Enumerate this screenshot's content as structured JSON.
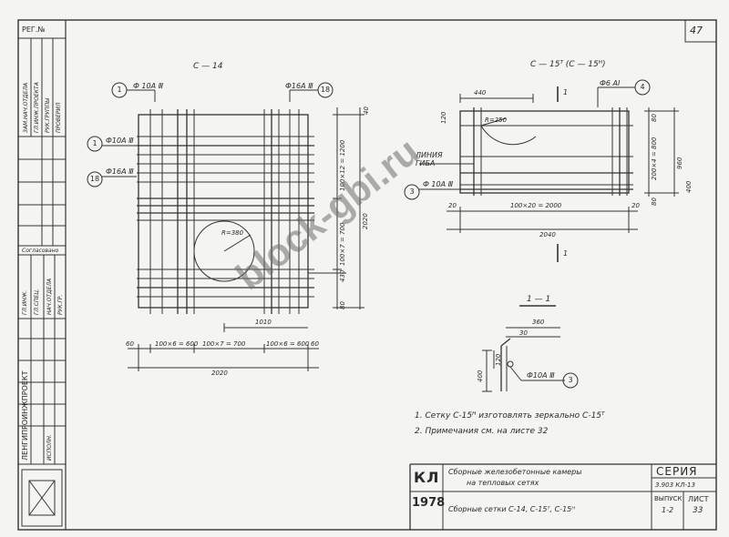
{
  "sheet": {
    "reg_no": "РЕГ.№",
    "page_number": "47",
    "watermark": "block-gbi.ru"
  },
  "side_panel": {
    "top_rows": [
      "ЗАМ.НАЧ.ОТДЕЛА",
      "ГЛ.ИНЖ.ПРОЕКТА",
      "РУК.ГРУППЫ",
      "ПРОВЕРИЛ"
    ],
    "agreed": "Согласовано",
    "mid_rows": [
      "ГЛ.ИНЖ.",
      "ГЛ.СПЕЦ.",
      "НАЧ.ОТДЕЛА",
      "РУК.ГР.",
      "ИСПОЛН."
    ],
    "org_name": "ЛЕНГИПРОИНЖПРОЕКТ"
  },
  "drawing_c14": {
    "title": "С — 14",
    "bubble1": "1",
    "bubble18a": "18",
    "bubble1b": "1",
    "bubble18b": "18",
    "bar_phi10": "Ф 10А Ⅲ",
    "bar_phi16": "Ф16А Ⅲ",
    "bar_phi10b": "Ф10А Ⅲ",
    "bar_phi16b": "Ф16А Ⅲ",
    "radius": "R=380",
    "dim_top": "40",
    "dim_1200": "100×12 = 1200",
    "dim_700v": "100×7 = 700",
    "dim_2020v": "2020",
    "dim_80v": "80",
    "dim_430": "430",
    "dim_1010": "1010",
    "dim_60a": "60",
    "dim_600a": "100×6 = 600",
    "dim_700h": "100×7 = 700",
    "dim_600b": "100×6 = 600",
    "dim_60b": "60",
    "dim_2020h": "2020"
  },
  "drawing_c15": {
    "title": "С — 15ᵀ (С — 15ᴴ)",
    "section_mark": "1",
    "bubble4": "4",
    "bar_phi6": "Ф6 АⅠ",
    "bubble3": "3",
    "bar_phi10": "Ф 10А Ⅲ",
    "bend_line": "ЛИНИЯ ГИБА",
    "dim_440": "440",
    "dim_120": "120",
    "radius": "R=250",
    "dim_80a": "80",
    "dim_800": "200×4 = 800",
    "dim_80b": "80",
    "dim_960": "960",
    "dim_400": "400",
    "dim_20a": "20",
    "dim_2000": "100×20 = 2000",
    "dim_20b": "20",
    "dim_2040": "2040",
    "section_mark_b": "1"
  },
  "section_11": {
    "title": "1 — 1",
    "dim_360": "360",
    "dim_30": "30",
    "dim_120": "120",
    "dim_400": "400",
    "bar": "Ф10А Ⅲ",
    "bubble3": "3"
  },
  "notes": [
    "1. Сетку С-15ᴴ изготовлять зеркально С-15ᵀ",
    "2. Примечания см. на листе 32"
  ],
  "title_block": {
    "code": "КЛ",
    "year": "1978",
    "title_line1": "Сборные железобетонные камеры",
    "title_line2": "на тепловых сетях",
    "subtitle": "Сборные сетки С-14, С-15ᵀ, С-15ᴴ",
    "series_label": "СЕРИЯ",
    "series_value": "3.903 КЛ-13",
    "issue_label": "ВЫПУСК",
    "issue_value": "1-2",
    "sheet_label": "ЛИСТ",
    "sheet_value": "33"
  }
}
